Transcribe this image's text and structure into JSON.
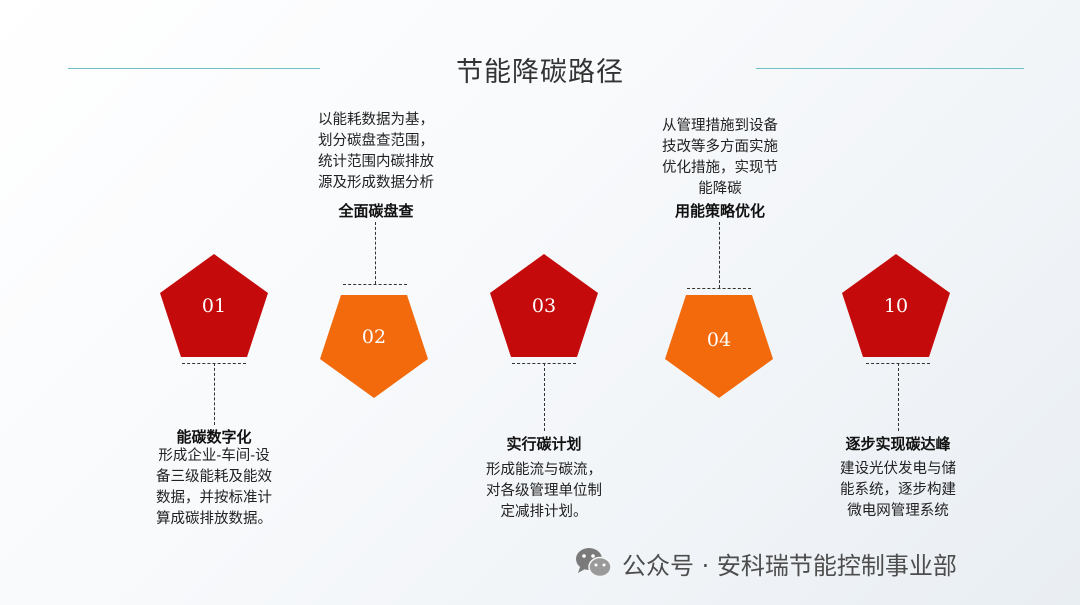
{
  "title": "节能降碳路径",
  "colors": {
    "red": "#c50a0c",
    "orange": "#f26a0c",
    "line": "#6fc0c8"
  },
  "steps": [
    {
      "num": "01",
      "heading": "能碳数字化",
      "desc": [
        "形成企业-车间-设",
        "备三级能耗及能效",
        "数据，并按标准计",
        "算成碳排放数据。"
      ]
    },
    {
      "num": "02",
      "heading": "全面碳盘查",
      "desc": [
        "以能耗数据为基，",
        "划分碳盘查范围，",
        "统计范围内碳排放",
        "源及形成数据分析"
      ]
    },
    {
      "num": "03",
      "heading": "实行碳计划",
      "desc": [
        "形成能流与碳流，",
        "对各级管理单位制",
        "定减排计划。"
      ]
    },
    {
      "num": "04",
      "heading": "用能策略优化",
      "desc": [
        "从管理措施到设备",
        "技改等多方面实施",
        "优化措施，实现节",
        "能降碳"
      ]
    },
    {
      "num": "10",
      "heading": "逐步实现碳达峰",
      "desc": [
        "建设光伏发电与储",
        "能系统，逐步构建",
        "微电网管理系统"
      ]
    }
  ],
  "footer": {
    "icon": "wechat-icon",
    "text": "公众号 · 安科瑞节能控制事业部"
  }
}
